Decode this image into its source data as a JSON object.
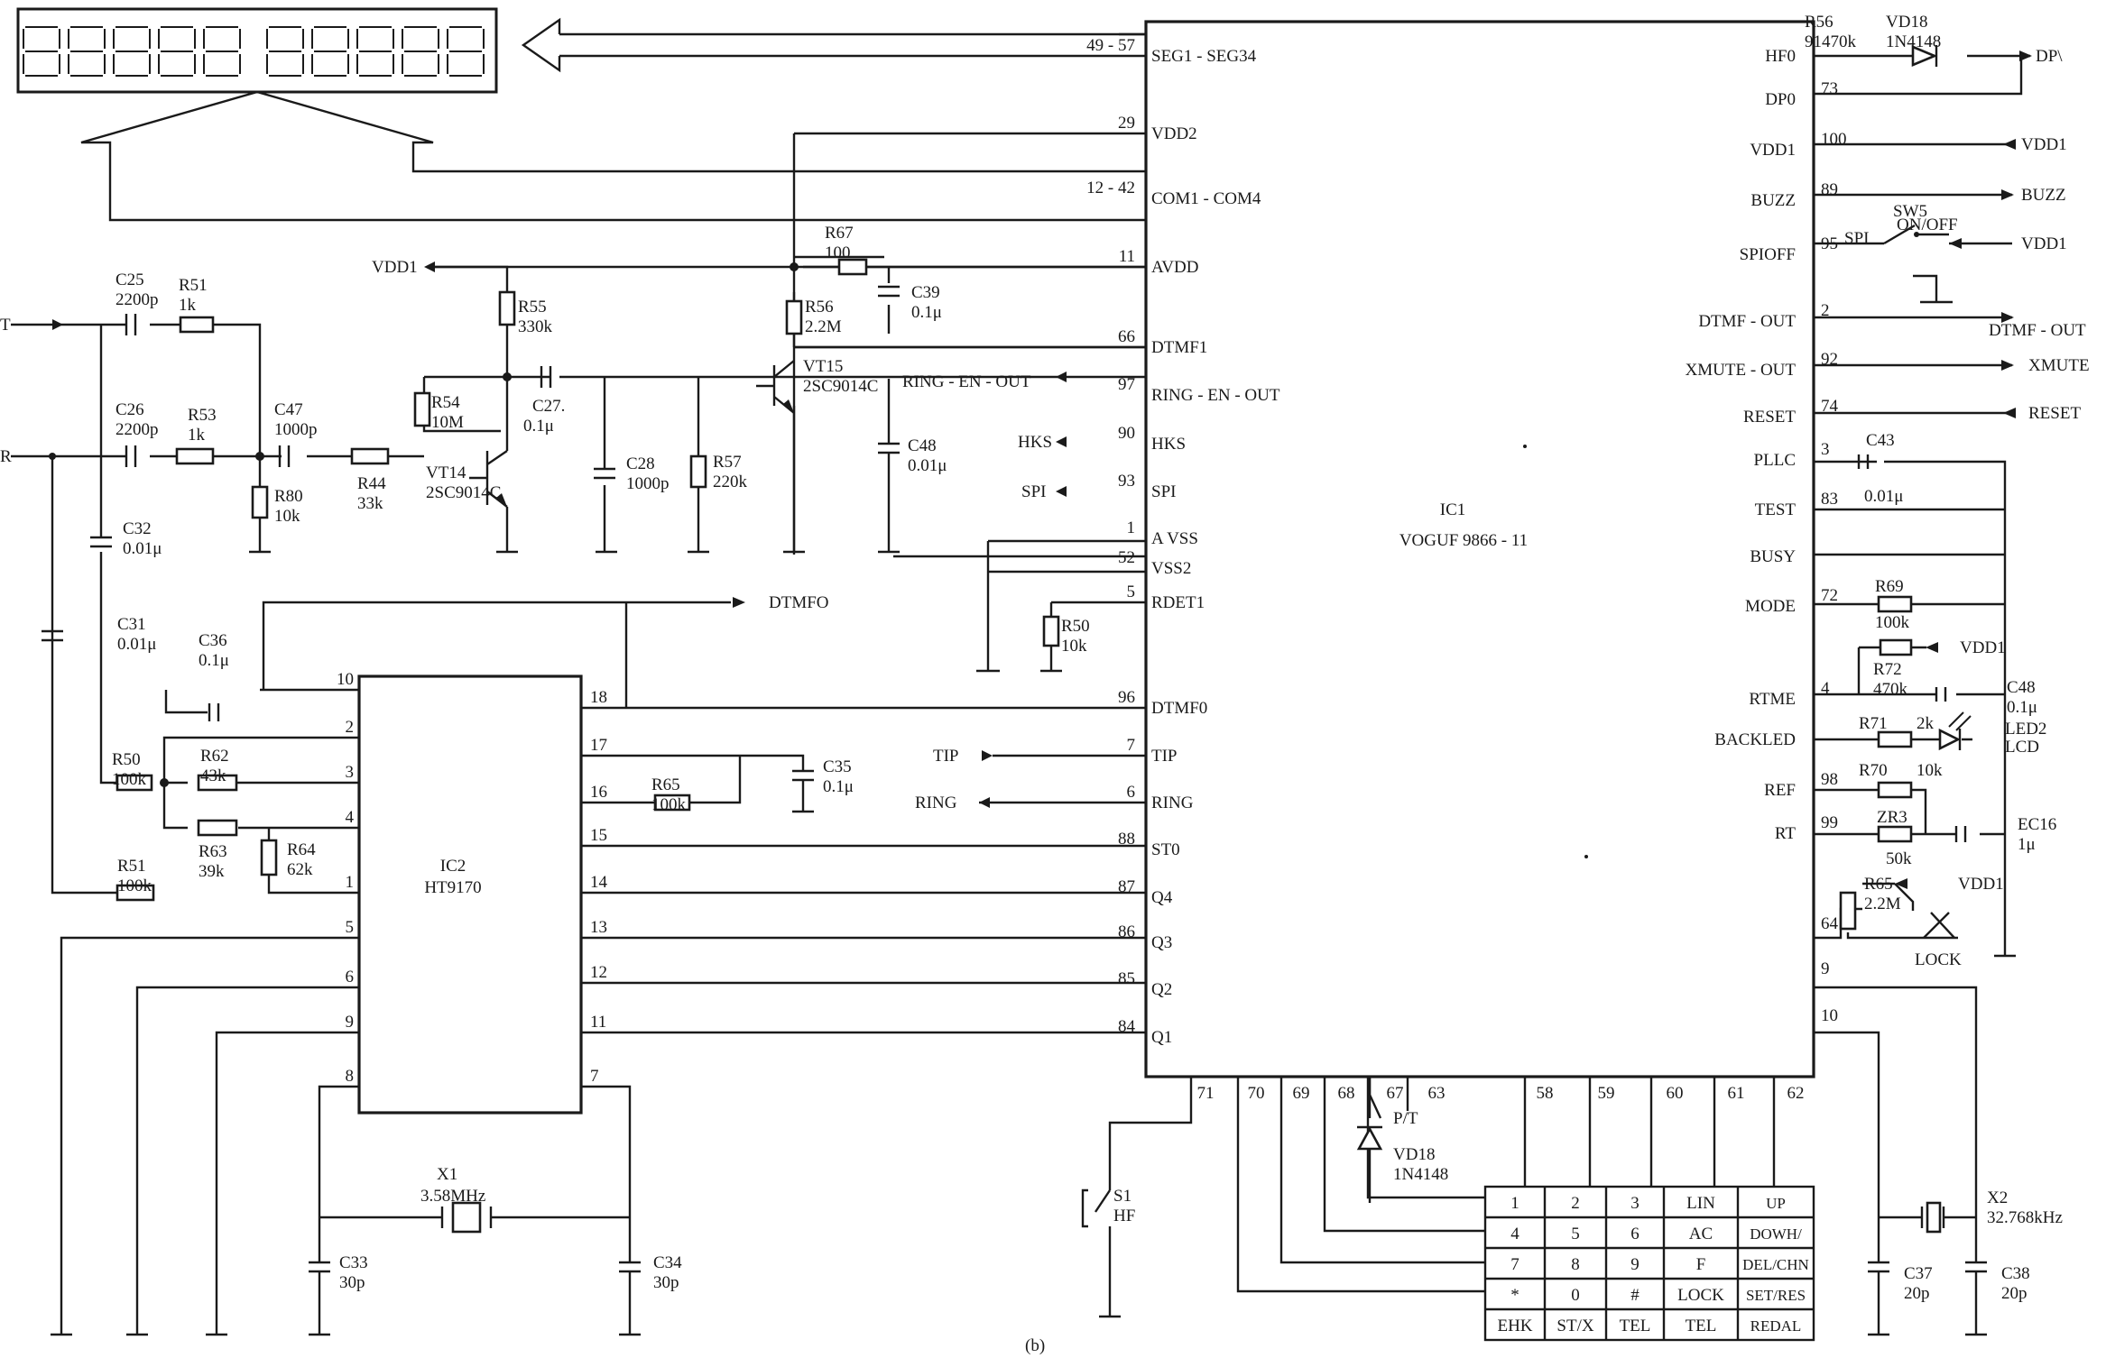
{
  "caption": "(b)",
  "ic1": {
    "name": "IC1",
    "part": "VOGUF 9866 - 11",
    "left_pins": [
      {
        "num": "49 - 57",
        "name": "SEG1 - SEG34"
      },
      {
        "num": "29",
        "name": "VDD2"
      },
      {
        "num": "12 - 42",
        "name": "COM1 - COM4"
      },
      {
        "num": "11",
        "name": "AVDD"
      },
      {
        "num": "66",
        "name": "DTMF1"
      },
      {
        "num": "97",
        "name": "RING - EN - OUT"
      },
      {
        "num": "90",
        "name": "HKS"
      },
      {
        "num": "93",
        "name": "SPI"
      },
      {
        "num": "1",
        "name": "A VSS"
      },
      {
        "num": "52",
        "name": "VSS2"
      },
      {
        "num": "5",
        "name": "RDET1"
      },
      {
        "num": "96",
        "name": "DTMF0"
      },
      {
        "num": "7",
        "name": "TIP"
      },
      {
        "num": "6",
        "name": "RING"
      },
      {
        "num": "88",
        "name": "ST0"
      },
      {
        "num": "87",
        "name": "Q4"
      },
      {
        "num": "86",
        "name": "Q3"
      },
      {
        "num": "85",
        "name": "Q2"
      },
      {
        "num": "84",
        "name": "Q1"
      }
    ],
    "right_pins": [
      {
        "num": "",
        "name": "HF0"
      },
      {
        "num": "73",
        "name": "DP0"
      },
      {
        "num": "100",
        "name": "VDD1"
      },
      {
        "num": "89",
        "name": "BUZZ"
      },
      {
        "num": "95",
        "name": "SPIOFF"
      },
      {
        "num": "2",
        "name": "DTMF - OUT"
      },
      {
        "num": "92",
        "name": "XMUTE - OUT"
      },
      {
        "num": "74",
        "name": "RESET"
      },
      {
        "num": "3",
        "name": "PLLC"
      },
      {
        "num": "83",
        "name": "TEST"
      },
      {
        "num": "",
        "name": "BUSY"
      },
      {
        "num": "72",
        "name": "MODE"
      },
      {
        "num": "4",
        "name": "RTME"
      },
      {
        "num": "",
        "name": "BACKLED"
      },
      {
        "num": "98",
        "name": "REF"
      },
      {
        "num": "99",
        "name": "RT"
      },
      {
        "num": "64",
        "name": ""
      },
      {
        "num": "9",
        "name": ""
      },
      {
        "num": "10",
        "name": ""
      }
    ],
    "bottom_pins": [
      "71",
      "70",
      "69",
      "68",
      "67",
      "63",
      "58",
      "59",
      "60",
      "61",
      "62"
    ]
  },
  "ic2": {
    "name": "IC2",
    "part": "HT9170",
    "left_pins": [
      "10",
      "2",
      "3",
      "4",
      "1",
      "5",
      "6",
      "9",
      "8"
    ],
    "right_pins": [
      "18",
      "17",
      "16",
      "15",
      "14",
      "13",
      "12",
      "11",
      "7"
    ]
  },
  "signals": {
    "t": "T",
    "r": "R",
    "vdd1": "VDD1",
    "dtmfo": "DTMFO",
    "ring_en_out": "RING - EN - OUT",
    "hks": "HKS",
    "spi": "SPI",
    "tip": "TIP",
    "ring": "RING",
    "dp": "DP\\",
    "buzz": "BUZZ",
    "dtmf_out": "DTMF - OUT",
    "xmute": "XMUTE",
    "reset": "RESET",
    "on_off": "ON/OFF",
    "lock": "LOCK",
    "p_t": "P/T",
    "led2": "LED2",
    "lcd": "LCD"
  },
  "components": {
    "c25": [
      "C25",
      "2200p"
    ],
    "r51a": [
      "R51",
      "1k"
    ],
    "c26": [
      "C26",
      "2200p"
    ],
    "r53": [
      "R53",
      "1k"
    ],
    "c47": [
      "C47",
      "1000p"
    ],
    "r80": [
      "R80",
      "10k"
    ],
    "r44": [
      "R44",
      "33k"
    ],
    "c32": [
      "C32",
      "0.01μ"
    ],
    "r55": [
      "R55",
      "330k"
    ],
    "r54": [
      "R54",
      "10M"
    ],
    "c27": [
      "C27.",
      "0.1μ"
    ],
    "vt14": [
      "VT14",
      "2SC9014C"
    ],
    "c28": [
      "C28",
      "1000p"
    ],
    "r57": [
      "R57",
      "220k"
    ],
    "r67": [
      "R67",
      "100"
    ],
    "c39": [
      "C39",
      "0.1μ"
    ],
    "r56a": [
      "R56",
      "2.2M"
    ],
    "vt15": [
      "VT15",
      "2SC9014C"
    ],
    "c48a": [
      "C48",
      "0.01μ"
    ],
    "r50a": [
      "R50",
      "10k"
    ],
    "c31": [
      "C31",
      "0.01μ"
    ],
    "c36": [
      "C36",
      "0.1μ"
    ],
    "r50b": [
      "R50",
      "100k"
    ],
    "r62": [
      "R62",
      "43k"
    ],
    "r63": [
      "R63",
      "39k"
    ],
    "r64": [
      "R64",
      "62k"
    ],
    "r51b": [
      "R51",
      "100k"
    ],
    "r65a": [
      "R65",
      "100k"
    ],
    "c35": [
      "C35",
      "0.1μ"
    ],
    "x1": [
      "X1",
      "3.58MHz"
    ],
    "c33": [
      "C33",
      "30p"
    ],
    "c34": [
      "C34",
      "30p"
    ],
    "r56b": [
      "R56",
      "91470k"
    ],
    "vd18a": [
      "VD18",
      "1N4148"
    ],
    "sw5": [
      "SW5",
      "SPI"
    ],
    "c43": [
      "C43",
      "0.01μ"
    ],
    "r69": [
      "R69",
      "100k"
    ],
    "r72": [
      "R72",
      "470k"
    ],
    "c48b": [
      "C48",
      "0.1μ"
    ],
    "r71": [
      "R71",
      "2k"
    ],
    "r70": [
      "R70",
      "10k"
    ],
    "zr3": [
      "ZR3",
      "50k"
    ],
    "ec16": [
      "EC16",
      "1μ"
    ],
    "r65b": [
      "R65",
      "2.2M"
    ],
    "s1": [
      "S1",
      "HF"
    ],
    "vd18b": [
      "VD18",
      "1N4148"
    ],
    "x2": [
      "X2",
      "32.768kHz"
    ],
    "c37": [
      "C37",
      "20p"
    ],
    "c38": [
      "C38",
      "20p"
    ]
  },
  "keypad": [
    [
      "1",
      "2",
      "3",
      "LIN",
      "UP"
    ],
    [
      "4",
      "5",
      "6",
      "AC",
      "DOWH/"
    ],
    [
      "7",
      "8",
      "9",
      "F",
      "DEL/CHN"
    ],
    [
      "*",
      "0",
      "#",
      "LOCK",
      "SET/RES"
    ],
    [
      "EHK",
      "ST/X",
      "TEL",
      "TEL",
      "REDAL"
    ]
  ]
}
